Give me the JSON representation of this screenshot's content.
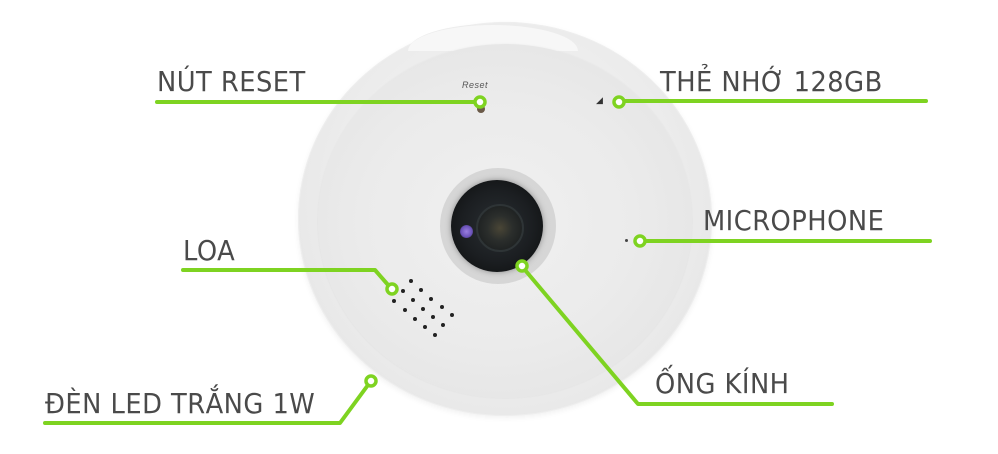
{
  "product": {
    "type": "360 panoramic bulb camera",
    "body_color": "#ececec",
    "body_imprint": "Reset"
  },
  "theme": {
    "label_color": "#4a4a4a",
    "leader_color": "#7ed321"
  },
  "callouts": [
    {
      "id": "reset",
      "label": "NÚT RESET"
    },
    {
      "id": "memory",
      "label": "THẺ NHỚ 128GB"
    },
    {
      "id": "microphone",
      "label": "MICROPHONE"
    },
    {
      "id": "speaker",
      "label": "LOA"
    },
    {
      "id": "led",
      "label": "ĐÈN LED TRẮNG 1W"
    },
    {
      "id": "lens",
      "label": "ỐNG KÍNH"
    }
  ],
  "icons": {
    "sd_card": "sd-card-icon"
  }
}
